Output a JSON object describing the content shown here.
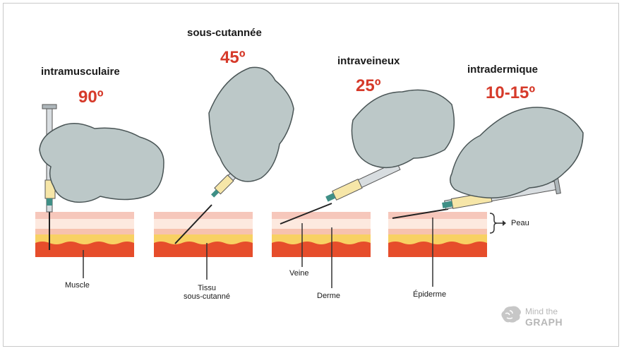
{
  "injections": [
    {
      "name": "intramusculaire",
      "angle": "90º"
    },
    {
      "name": "sous-cutannée",
      "angle": "45º"
    },
    {
      "name": "intraveineux",
      "angle": "25º"
    },
    {
      "name": "intradermique",
      "angle": "10-15º"
    }
  ],
  "labels": {
    "muscle": "Muscle",
    "tissu_line1": "Tissu",
    "tissu_line2": "sous-cutanné",
    "veine": "Veine",
    "derme": "Derme",
    "epiderme": "Épiderme",
    "peau": "Peau"
  },
  "logo": {
    "line1": "Mind the",
    "line2": "GRAPH"
  },
  "colors": {
    "angle_red": "#d63a2a",
    "glove": "#b9c6c6",
    "skin_top": "#f4b9ad",
    "skin_mid": "#fbe3d6",
    "fat": "#f9d46a",
    "muscle": "#e9542f"
  }
}
